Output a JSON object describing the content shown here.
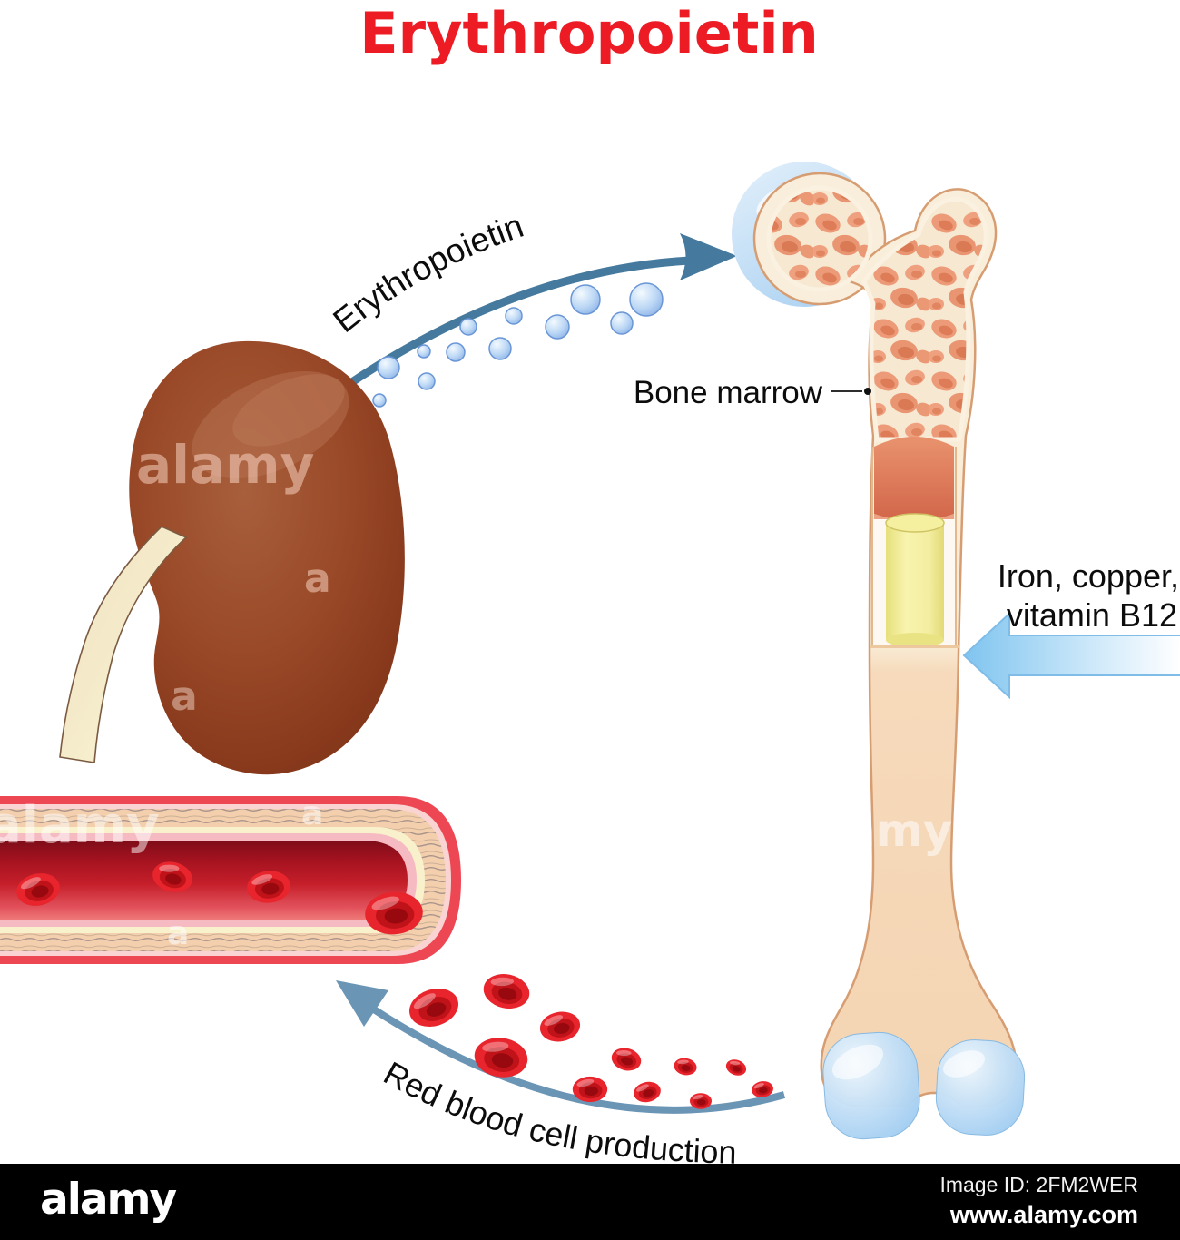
{
  "title": "Erythropoietin",
  "arrows": {
    "erythropoietin_label": "Erythropoietin",
    "rbc_production_label": "Red blood cell production",
    "nutrients_label_line1": "Iron, copper,",
    "nutrients_label_line2": "vitamin B12"
  },
  "annotations": {
    "bone_marrow_label": "Bone marrow"
  },
  "watermark": {
    "brand": "alamy",
    "letter": "a"
  },
  "footer": {
    "brand": "alamy",
    "image_id": "Image ID: 2FM2WER",
    "website": "www.alamy.com"
  },
  "palette": {
    "title_red": "#ed1c24",
    "arrow_steel_blue": "#45799d",
    "arrow_light_blue": "#6b95b5",
    "nutrient_arrow_blue": "#8ecbf2",
    "kidney_brown": "#9a4a28",
    "ureter_cream": "#f3ead0",
    "bone_cream": "#f8ecd7",
    "bone_shaft_peach": "#f6d9ba",
    "spongy_salmon": "#ec9873",
    "red_marrow": "#df7a58",
    "yellow_marrow": "#f6f2a2",
    "cartilage_blue": "#bfdcf5",
    "vessel_outer_red": "#ee4754",
    "lumen_dark_red": "#a5121f",
    "rbc_red": "#e41e26"
  }
}
